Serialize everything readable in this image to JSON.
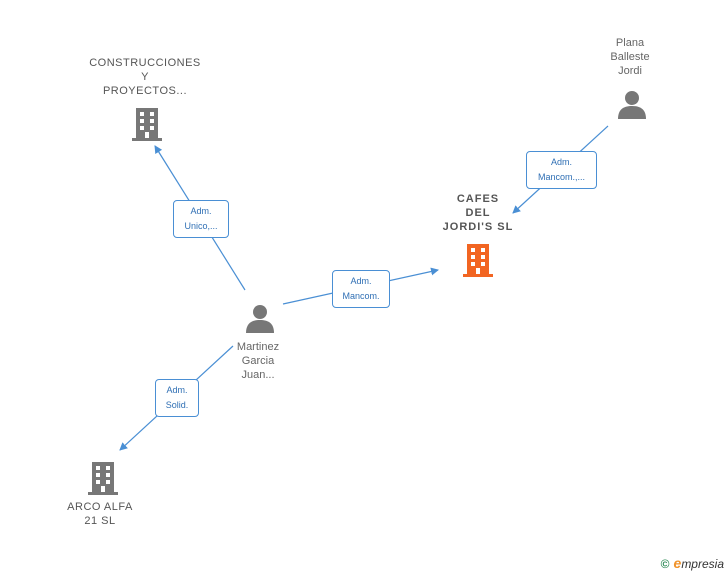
{
  "colors": {
    "edge": "#4a8fd4",
    "node_gray": "#777777",
    "node_highlight": "#f26522"
  },
  "nodes": {
    "construcciones": {
      "lines": [
        "CONSTRUCCIONES",
        "Y",
        "PROYECTOS..."
      ],
      "icon": "building-icon"
    },
    "plana": {
      "lines": [
        "Plana",
        "Balleste",
        "Jordi"
      ],
      "icon": "person-icon"
    },
    "cafes": {
      "lines": [
        "CAFES",
        "DEL",
        "JORDI'S  SL"
      ],
      "icon": "building-icon"
    },
    "martinez": {
      "lines": [
        "Martinez",
        "Garcia",
        "Juan..."
      ],
      "icon": "person-icon"
    },
    "arco": {
      "lines": [
        "ARCO ALFA",
        "21 SL"
      ],
      "icon": "building-icon"
    }
  },
  "edges": {
    "martinez_construcciones": {
      "lines": [
        "Adm.",
        "Unico,..."
      ]
    },
    "plana_cafes": {
      "lines": [
        "Adm.",
        "Mancom.,..."
      ]
    },
    "martinez_cafes": {
      "lines": [
        "Adm.",
        "Mancom."
      ]
    },
    "martinez_arco": {
      "lines": [
        "Adm.",
        "Solid."
      ]
    }
  },
  "footer": {
    "copyright": "©",
    "brand_initial": "e",
    "brand_rest": "mpresia"
  }
}
